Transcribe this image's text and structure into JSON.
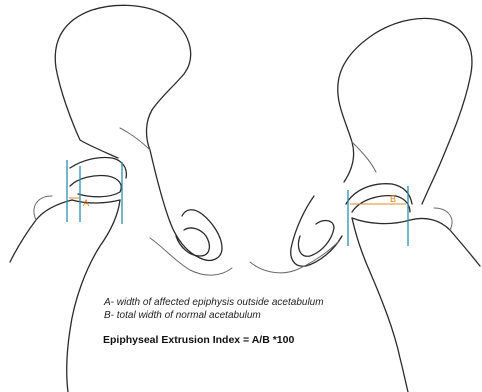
{
  "labels": {
    "a_marker": "A",
    "b_marker": "B"
  },
  "legend": {
    "line_a": "A- width of affected epiphysis outside acetabulum",
    "line_b": "B- total width of normal acetabulum"
  },
  "formula": "Epiphyseal Extrusion Index = A/B *100",
  "colors": {
    "guide_lines": "#2b8fb0",
    "measure_lines": "#e08a2a",
    "sketch": "#2b2b2b"
  }
}
